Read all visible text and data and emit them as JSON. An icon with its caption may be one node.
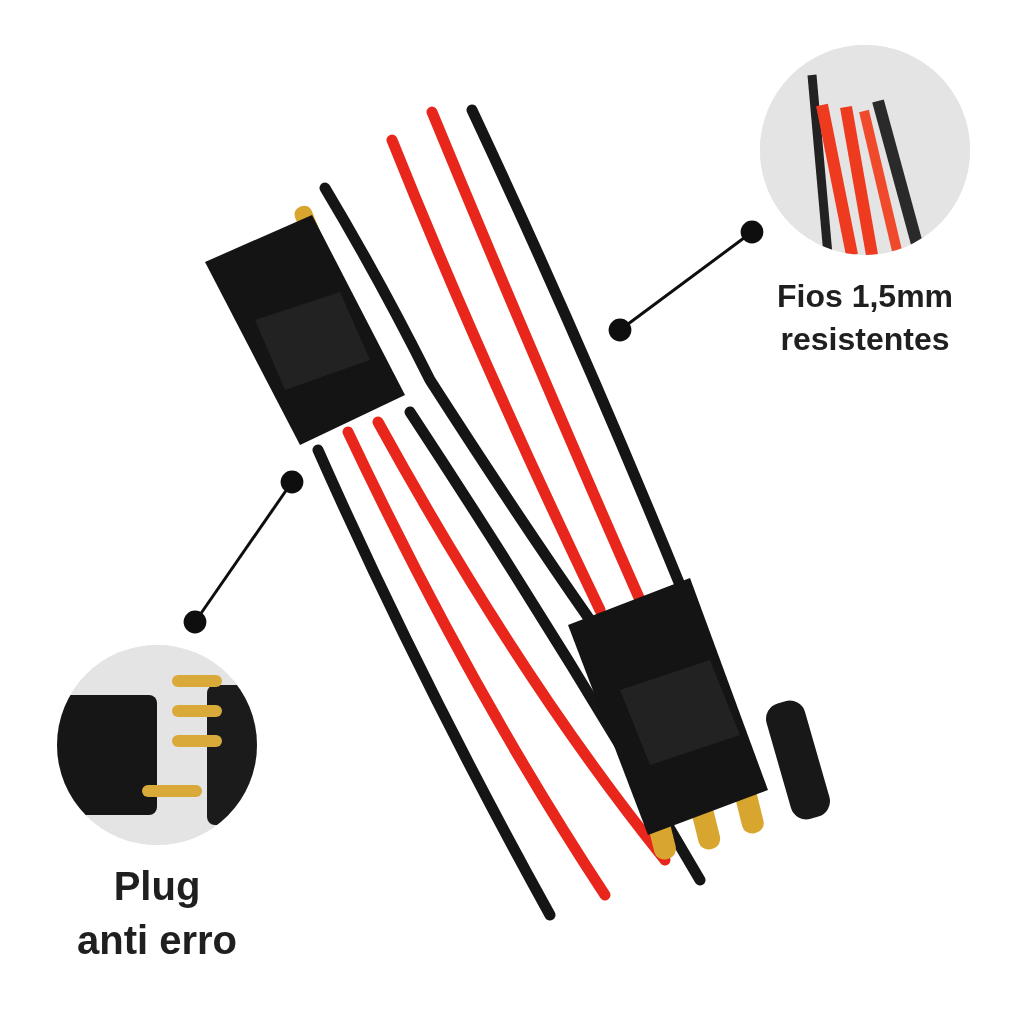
{
  "diagram": {
    "nodes": [
      {
        "text": [
          "Fios 1,5mm resistentes"
        ]
      },
      {
        "text": [
          "Plug anti erro"
        ]
      }
    ],
    "edges": [
      {
        "from": 0,
        "to": null,
        "arrow": "other"
      },
      {
        "from": 1,
        "to": null,
        "arrow": "other"
      }
    ]
  }
}
